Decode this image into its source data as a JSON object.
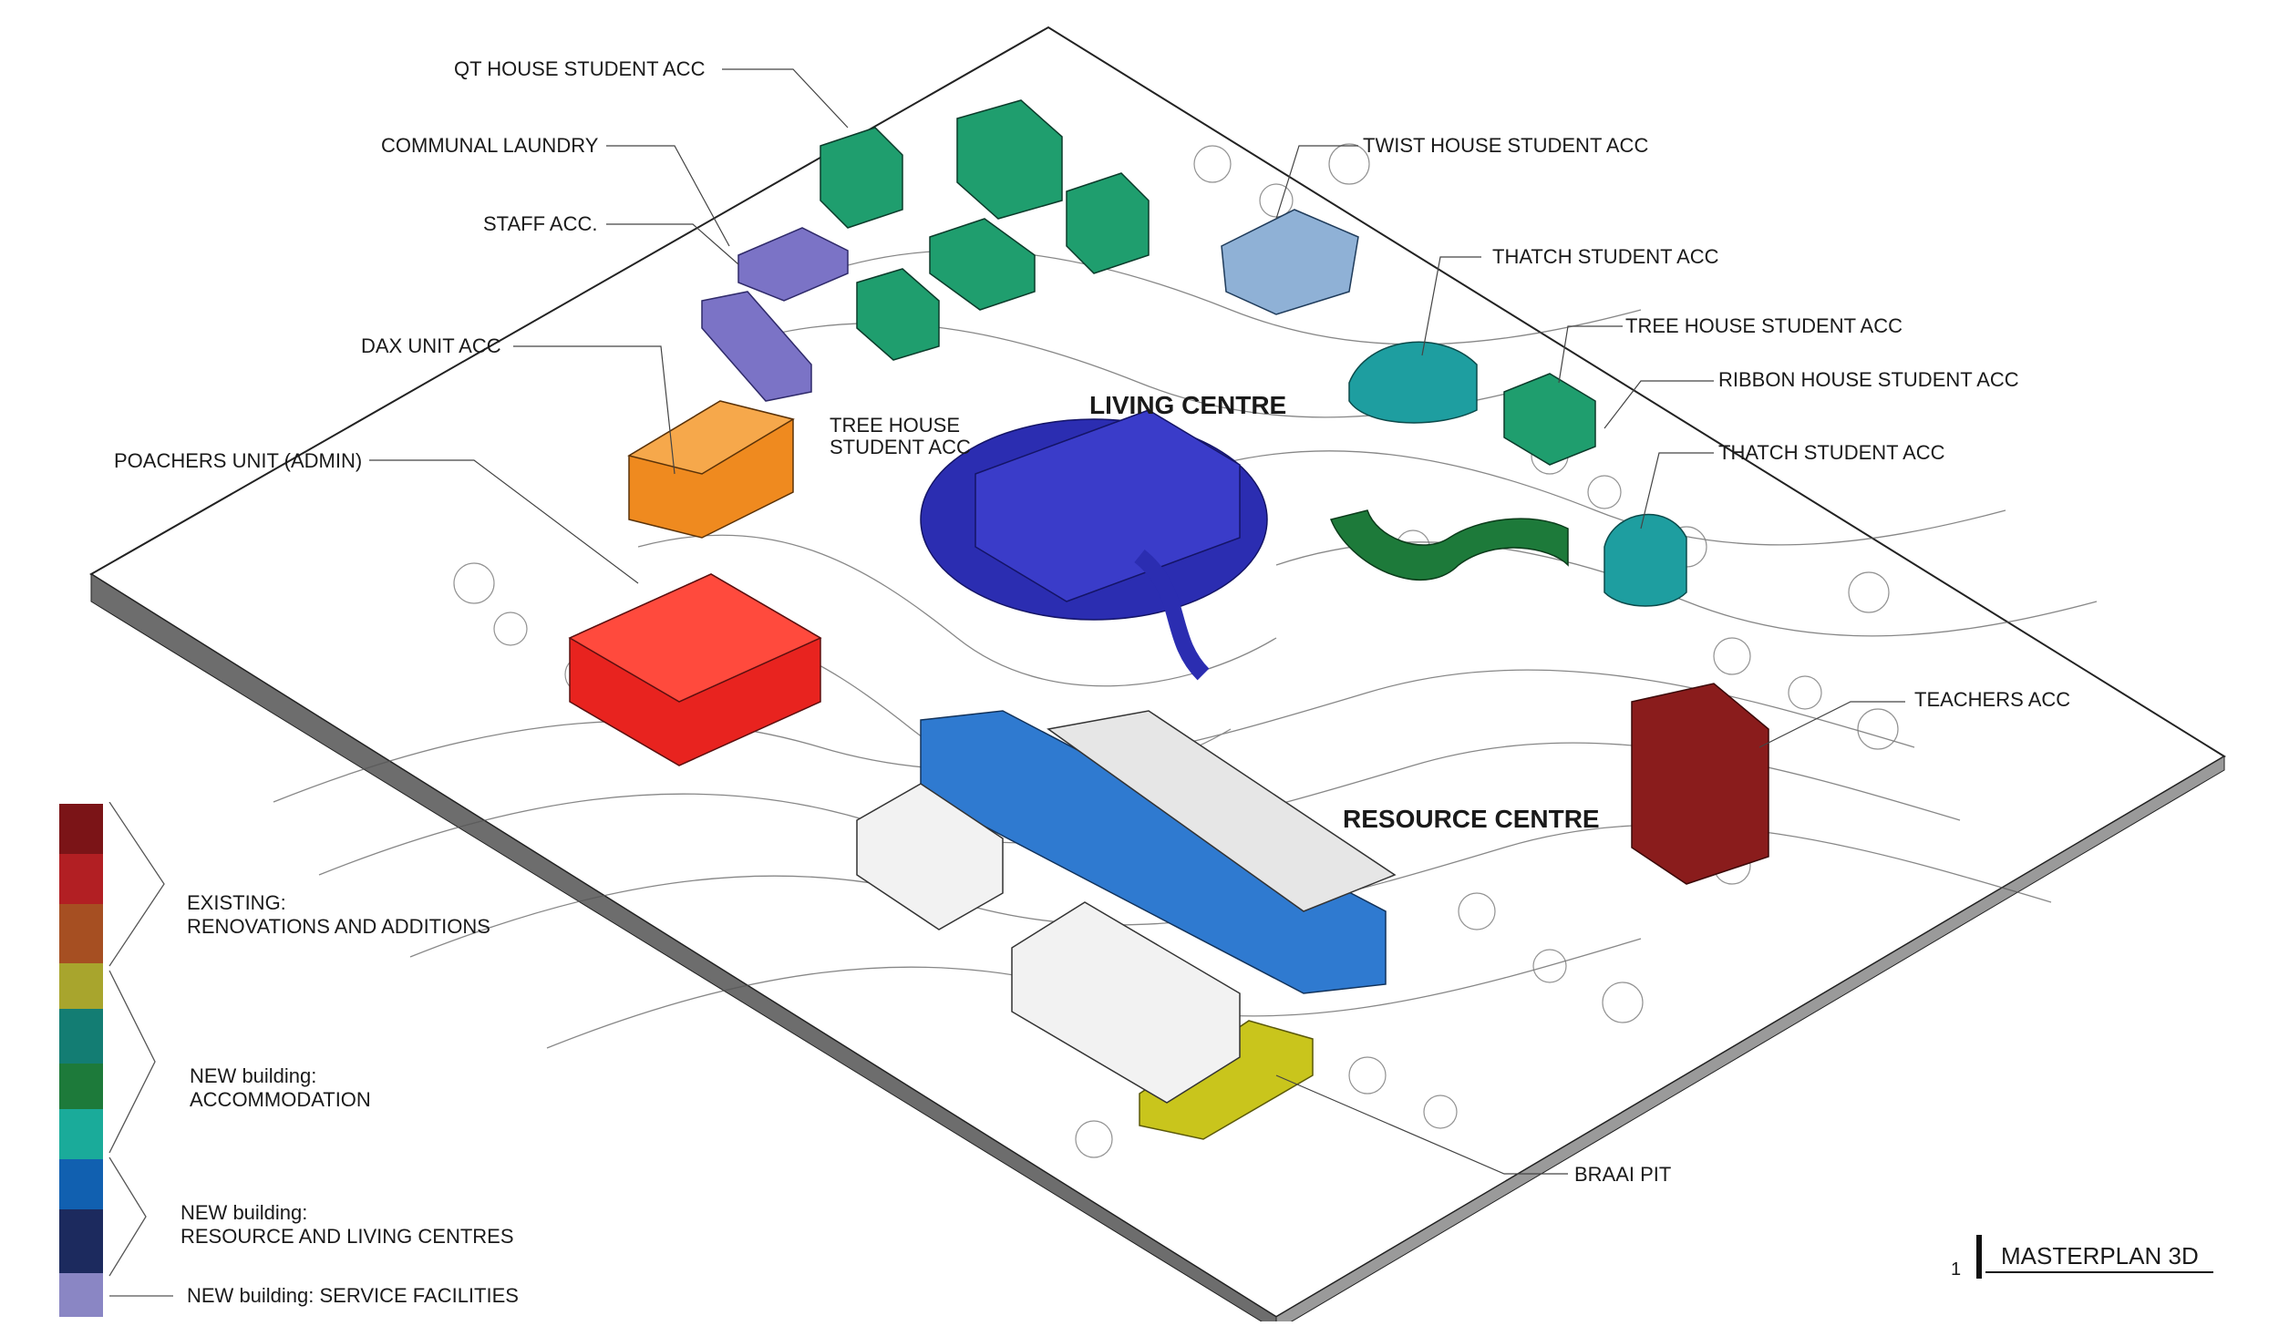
{
  "labels": {
    "qt_house": "QT HOUSE STUDENT ACC",
    "communal_laundry": "COMMUNAL LAUNDRY",
    "staff_acc": "STAFF ACC.",
    "dax_unit": "DAX UNIT ACC",
    "poachers_unit": "POACHERS UNIT (ADMIN)",
    "tree_house_left": "TREE HOUSE\nSTUDENT ACC",
    "living_centre": "LIVING CENTRE",
    "twist_house": "TWIST HOUSE STUDENT ACC",
    "thatch_1": "THATCH  STUDENT ACC",
    "tree_house_right": "TREE HOUSE STUDENT ACC",
    "ribbon_house": "RIBBON HOUSE  STUDENT ACC",
    "thatch_2": "THATCH  STUDENT ACC",
    "teachers_acc": "TEACHERS  ACC",
    "resource_centre": "RESOURCE CENTRE",
    "braai_pit": "BRAAI PIT"
  },
  "legend": {
    "existing_line1": "EXISTING:",
    "existing_line2": "RENOVATIONS AND ADDITIONS",
    "accommodation_line1": "NEW building:",
    "accommodation_line2": "ACCOMMODATION",
    "centres_line1": "NEW building:",
    "centres_line2": "RESOURCE AND LIVING CENTRES",
    "service": "NEW  building: SERVICE FACILITIES",
    "swatches": [
      "#7b1417",
      "#b21f23",
      "#a64f22",
      "#a8a52d",
      "#137d73",
      "#1d7a3a",
      "#1aab9a",
      "#1160b0",
      "#1c2a5e",
      "#8a86c4"
    ]
  },
  "title": {
    "number": "1",
    "text": "MASTERPLAN 3D"
  },
  "colors": {
    "existing_red": "#e8231f",
    "dax_orange": "#ef8a1f",
    "accommodation_green": "#1f9e6e",
    "teal": "#1e9ea0",
    "living_blue": "#2b2db1",
    "resource_blue": "#2f7ad0",
    "service_purple": "#7b73c6",
    "braai_yellow": "#c9c51c",
    "teachers_maroon": "#8a1c1c"
  }
}
